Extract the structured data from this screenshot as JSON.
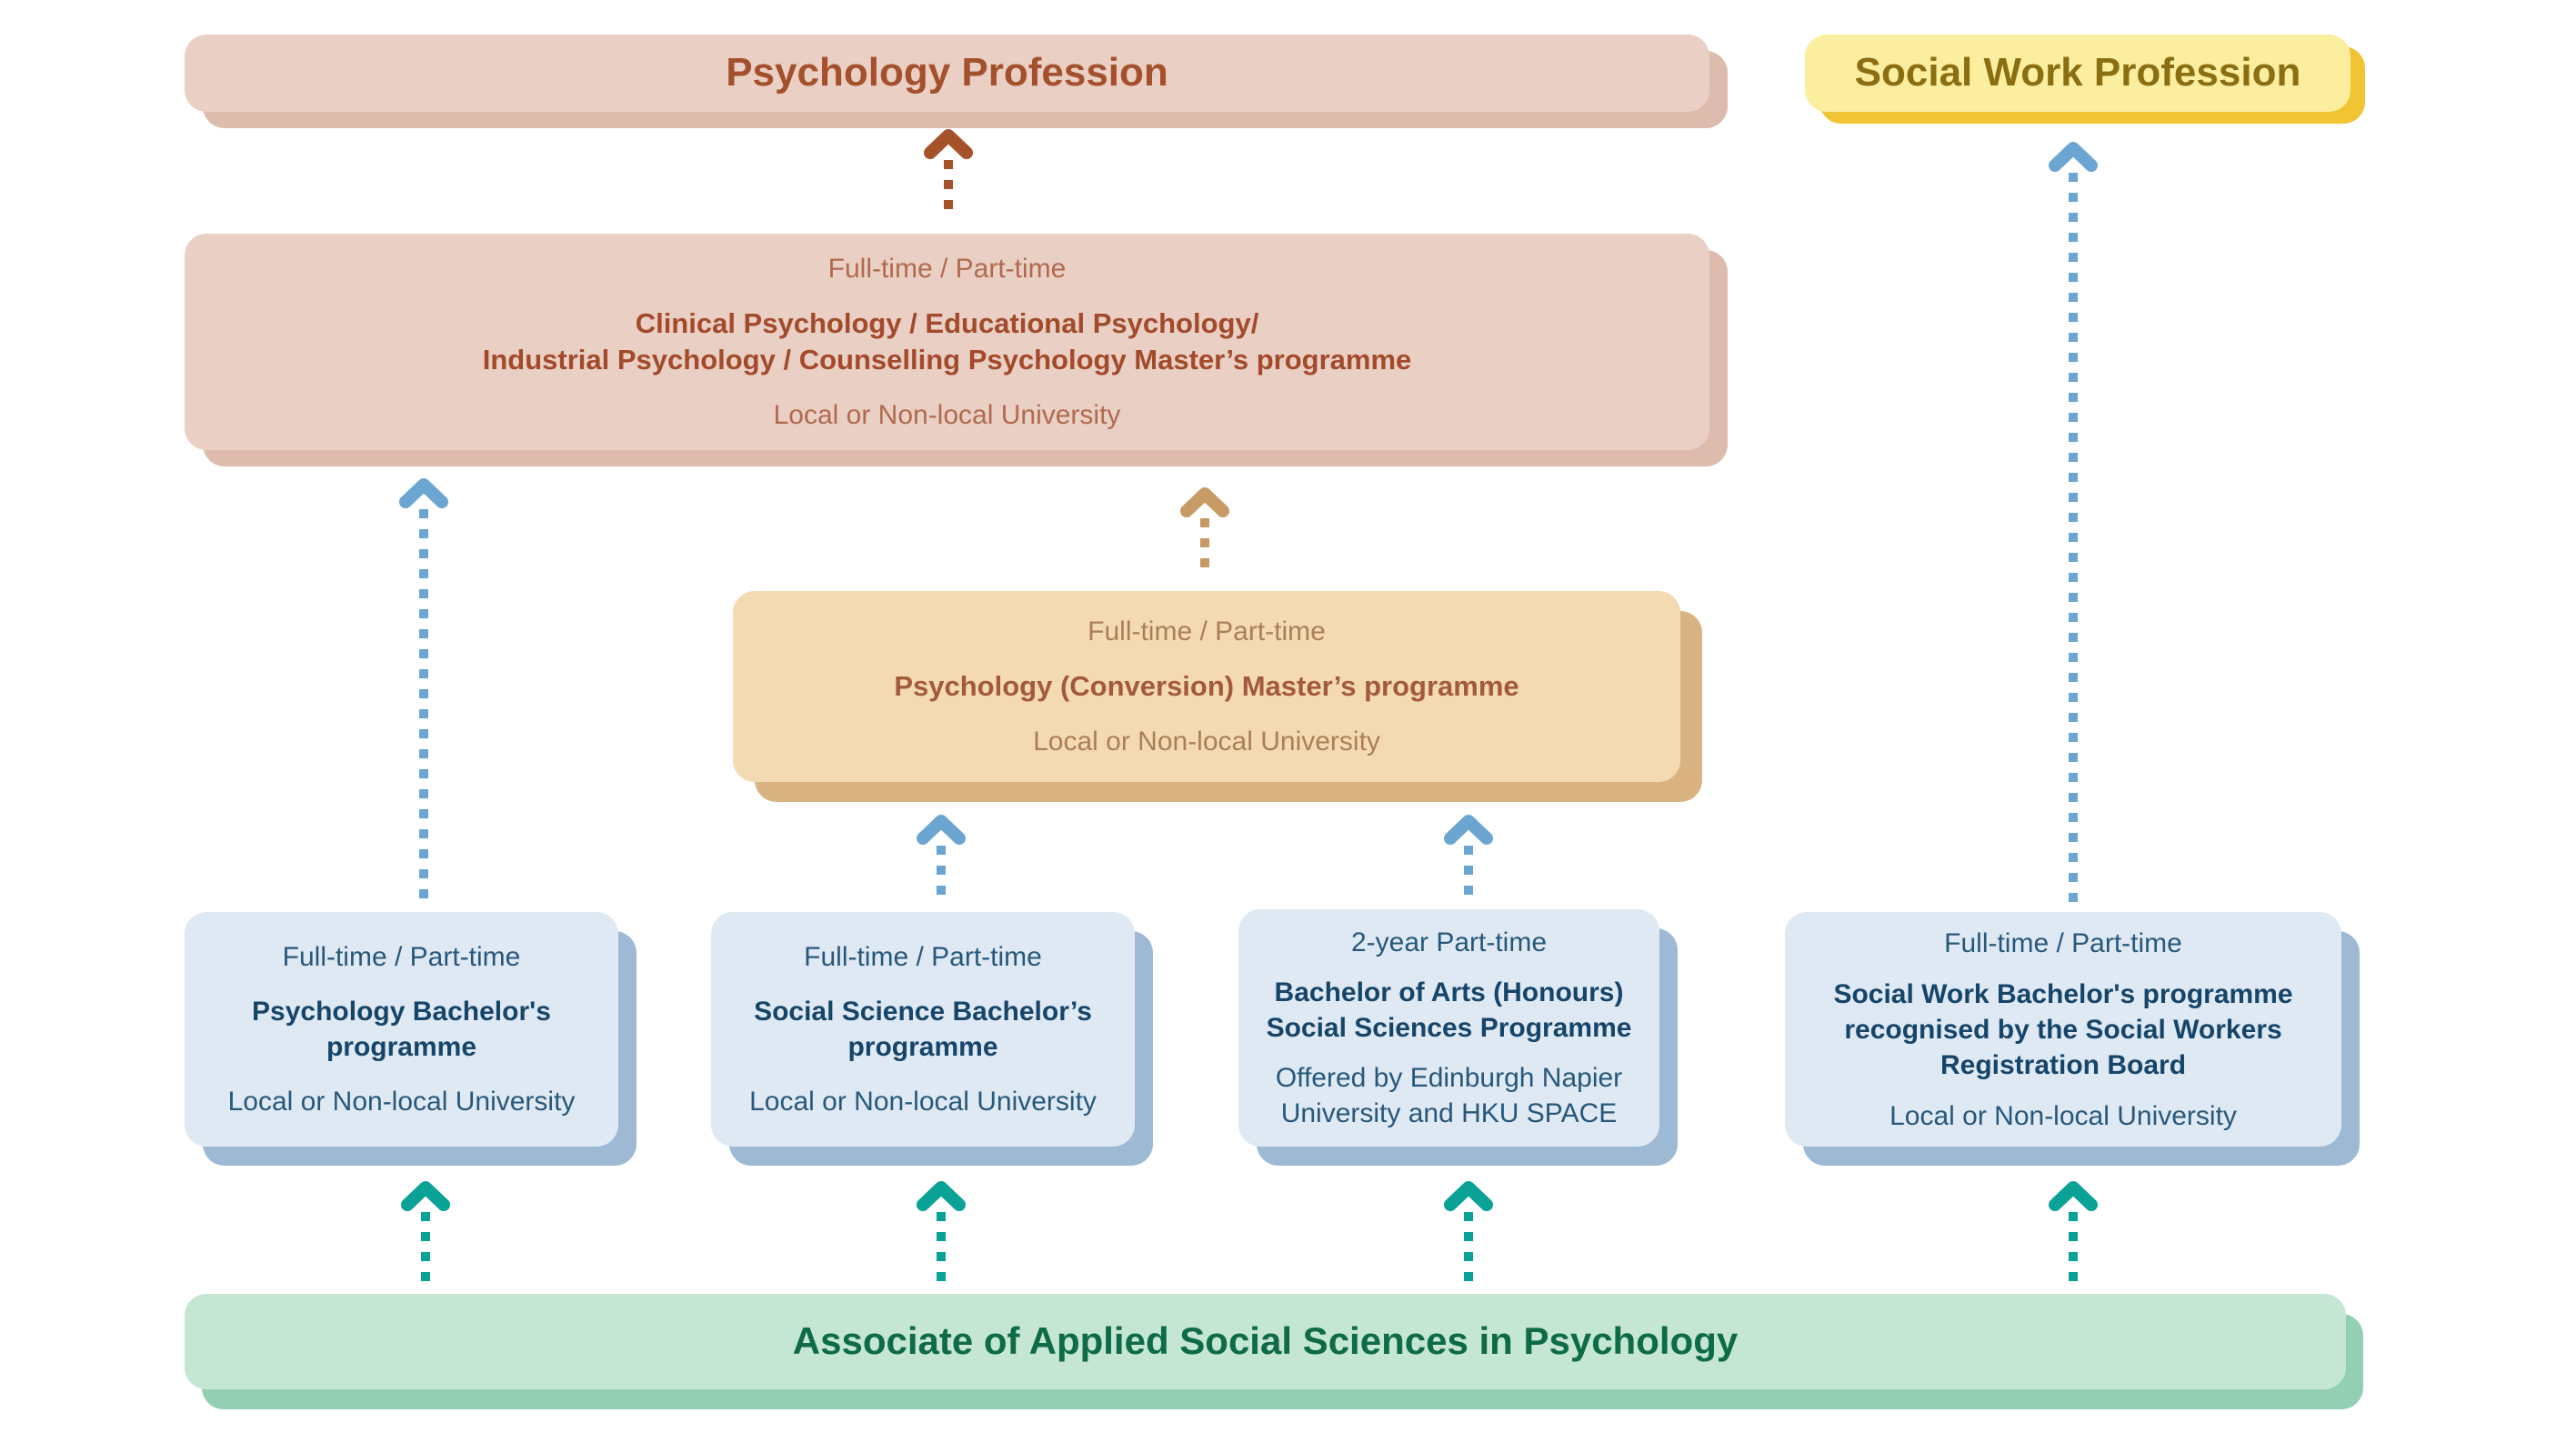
{
  "professions": {
    "psychology": {
      "label": "Psychology Profession"
    },
    "social_work": {
      "label": "Social Work Profession"
    }
  },
  "masters_box": {
    "mode": "Full-time / Part-time",
    "title_line1": "Clinical Psychology / Educational Psychology/",
    "title_line2": "Industrial Psychology / Counselling Psychology Master’s programme",
    "institution": "Local or Non-local University"
  },
  "conversion_box": {
    "mode": "Full-time / Part-time",
    "title": "Psychology (Conversion) Master’s programme",
    "institution": "Local or Non-local University"
  },
  "bachelor_boxes": [
    {
      "mode": "Full-time / Part-time",
      "title": "Psychology Bachelor's programme",
      "institution": "Local or Non-local University"
    },
    {
      "mode": "Full-time / Part-time",
      "title": "Social Science Bachelor’s programme",
      "institution": "Local or Non-local University"
    },
    {
      "mode": "2-year Part-time",
      "title_line1": "Bachelor of Arts (Honours)",
      "title_line2": "Social Sciences Programme",
      "institution": "Offered by Edinburgh Napier University and HKU SPACE"
    },
    {
      "mode": "Full-time / Part-time",
      "title": "Social Work Bachelor's programme recognised by the Social Workers Registration Board",
      "institution": "Local or Non-local University"
    }
  ],
  "associate_box": {
    "title": "Associate of Applied Social Sciences in Psychology"
  },
  "colors": {
    "pink_fill": "#e9cfc4",
    "pink_shadow": "#ddbcae",
    "pink_text": "#a5502c",
    "pink_text_soft": "#b16a4e",
    "yellow_fill": "#fcee9f",
    "yellow_shadow": "#f0c433",
    "yellow_text": "#8b6e11",
    "tan_fill": "#f3dab2",
    "tan_shadow": "#d9b482",
    "tan_text": "#a35a3c",
    "tan_text_soft": "#aa7f58",
    "blue_fill": "#dfe9f3",
    "blue_shadow": "#9db9d4",
    "blue_text": "#16456a",
    "blue_text_soft": "#27587b",
    "green_fill": "#c5e6d3",
    "green_shadow": "#93cfb3",
    "green_text": "#0d6b47",
    "arrow_rust": "#a5512a",
    "arrow_tan": "#c79a66",
    "arrow_blue": "#6ba6d3",
    "arrow_teal": "#0aa296"
  },
  "arrows": [
    {
      "from": "masters-programme-box",
      "to": "psychology-profession-box",
      "color": "rust"
    },
    {
      "from": "psychology-bachelor-box",
      "to": "masters-programme-box",
      "color": "blue"
    },
    {
      "from": "conversion-masters-box",
      "to": "masters-programme-box",
      "color": "tan"
    },
    {
      "from": "social-science-bachelor-box",
      "to": "conversion-masters-box",
      "color": "blue"
    },
    {
      "from": "ba-honours-social-sciences-box",
      "to": "conversion-masters-box",
      "color": "blue"
    },
    {
      "from": "social-work-bachelor-box",
      "to": "social-work-profession-box",
      "color": "blue"
    },
    {
      "from": "associate-box",
      "to": "psychology-bachelor-box",
      "color": "teal"
    },
    {
      "from": "associate-box",
      "to": "social-science-bachelor-box",
      "color": "teal"
    },
    {
      "from": "associate-box",
      "to": "ba-honours-social-sciences-box",
      "color": "teal"
    },
    {
      "from": "associate-box",
      "to": "social-work-bachelor-box",
      "color": "teal"
    }
  ]
}
